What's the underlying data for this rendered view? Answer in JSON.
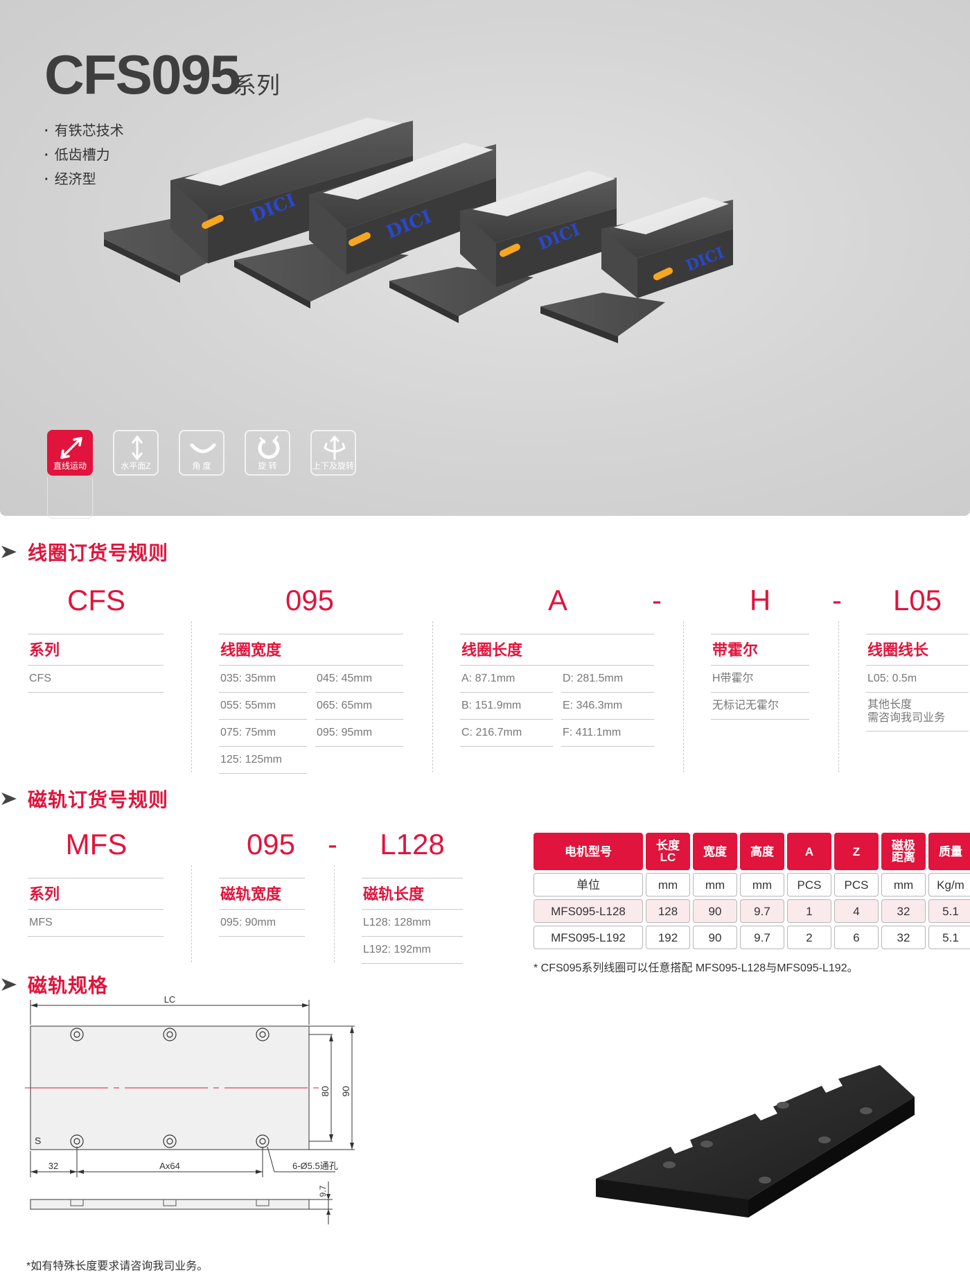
{
  "hero": {
    "title": "CFS095",
    "subtitle": "系列",
    "bullets": [
      "有铁芯技术",
      "低齿槽力",
      "经济型"
    ],
    "brand_marking": "DICI",
    "motion_icons": [
      {
        "label": "直线运动",
        "icon": "diagonal-arrow-icon",
        "active": true
      },
      {
        "label": "水平面Z",
        "icon": "vertical-arrow-icon",
        "active": false
      },
      {
        "label": "角 度",
        "icon": "arc-arrow-icon",
        "active": false
      },
      {
        "label": "旋 转",
        "icon": "rotation-icon",
        "active": false
      },
      {
        "label": "上下及旋转",
        "icon": "rotate-updown-icon",
        "active": false
      }
    ]
  },
  "coil_order": {
    "heading": "线圈订货号规则",
    "codes": [
      "CFS",
      "095",
      "A",
      "-",
      "H",
      "-",
      "L05"
    ],
    "series": {
      "title": "系列",
      "items": [
        "CFS"
      ]
    },
    "width": {
      "title": "线圈宽度",
      "items": [
        "035: 35mm",
        "045: 45mm",
        "055: 55mm",
        "065: 65mm",
        "075: 75mm",
        "095: 95mm",
        "125: 125mm"
      ]
    },
    "length": {
      "title": "线圈长度",
      "items": [
        "A: 87.1mm",
        "D: 281.5mm",
        "B: 151.9mm",
        "E: 346.3mm",
        "C: 216.7mm",
        "F: 411.1mm"
      ]
    },
    "hall": {
      "title": "带霍尔",
      "items": [
        "H带霍尔",
        "无标记无霍尔"
      ]
    },
    "cable": {
      "title": "线圈线长",
      "items": [
        "L05: 0.5m",
        "其他长度",
        "需咨询我司业务"
      ]
    }
  },
  "rail_order": {
    "heading": "磁轨订货号规则",
    "codes": [
      "MFS",
      "095",
      "-",
      "L128"
    ],
    "series": {
      "title": "系列",
      "items": [
        "MFS"
      ]
    },
    "width": {
      "title": "磁轨宽度",
      "items": [
        "095: 90mm"
      ]
    },
    "length": {
      "title": "磁轨长度",
      "items": [
        "L128: 128mm",
        "L192: 192mm"
      ]
    }
  },
  "spec_table": {
    "headers": [
      "电机型号",
      "长度\nLC",
      "宽度",
      "高度",
      "A",
      "Z",
      "磁极\n距离",
      "质量"
    ],
    "rows": [
      [
        "单位",
        "mm",
        "mm",
        "mm",
        "PCS",
        "PCS",
        "mm",
        "Kg/m"
      ],
      [
        "MFS095-L128",
        "128",
        "90",
        "9.7",
        "1",
        "4",
        "32",
        "5.1"
      ],
      [
        "MFS095-L192",
        "192",
        "90",
        "9.7",
        "2",
        "6",
        "32",
        "5.1"
      ]
    ],
    "note": "* CFS095系列线圈可以任意搭配 MFS095-L128与MFS095-L192。"
  },
  "rail_spec": {
    "heading": "磁轨规格",
    "dims": {
      "lc": "LC",
      "h80": "80",
      "h90": "90",
      "offset": "32",
      "pitch": "Ax64",
      "holes": "6-Ø5.5通孔",
      "thick": "9.7",
      "mark": "S"
    },
    "note": "*如有特殊长度要求请咨询我司业务。"
  },
  "colors": {
    "accent": "#e0143c",
    "hero_bg": "#d4d4d4",
    "line": "#c9c9c9"
  }
}
